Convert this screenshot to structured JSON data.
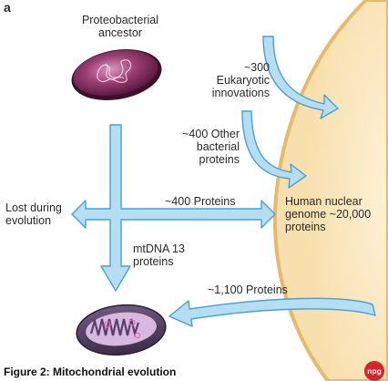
{
  "panel_label": "a",
  "labels": {
    "ancestor": "Proteobacterial ancestor",
    "eukaryotic": "~300 Eukaryotic innovations",
    "other_bacterial": "~400 Other bacterial proteins",
    "lost": "Lost during evolution",
    "proteins_400": "~400 Proteins",
    "nuclear": "Human nuclear genome ~20,000 proteins",
    "mtdna": "mtDNA 13 proteins",
    "proteins_1100": "~1,100 Proteins"
  },
  "caption": "Figure 2: Mitochondrial evolution",
  "logo_text": "npg",
  "colors": {
    "arrow_fill": "#b6def3",
    "arrow_stroke": "#4a9fd4",
    "cell_fill": "#fbe6bc",
    "cell_edge": "#e8b65e",
    "bacterium": "#6a1d4a",
    "mito_membrane": "#4d3a5c"
  }
}
